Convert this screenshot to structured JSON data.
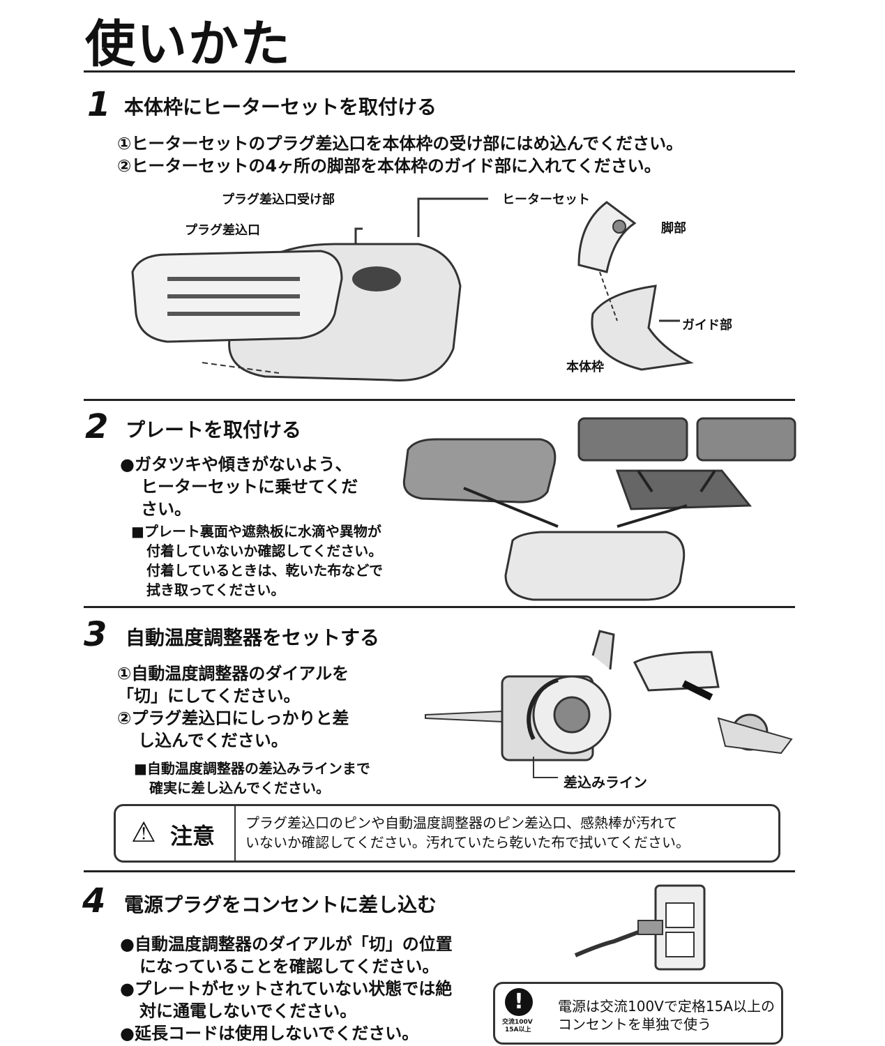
{
  "title": "使いかた",
  "step1": {
    "num": "1",
    "heading": "本体枠にヒーターセットを取付ける",
    "lines": [
      "①ヒーターセットのプラグ差込口を本体枠の受け部にはめ込んでください。",
      "②ヒーターセットの4ヶ所の脚部を本体枠のガイド部に入れてください。"
    ],
    "labels": {
      "receiver": "プラグ差込口受け部",
      "plug_inlet": "プラグ差込口",
      "heater_set": "ヒーターセット",
      "leg": "脚部",
      "guide": "ガイド部",
      "frame": "本体枠"
    }
  },
  "step2": {
    "num": "2",
    "heading": "プレートを取付ける",
    "bullet": [
      "●ガタツキや傾きがないよう、",
      "ヒーターセットに乗せてくだ",
      "さい。"
    ],
    "note": [
      "■プレート裏面や遮熱板に水滴や異物が",
      "付着していないか確認してください。",
      "付着しているときは、乾いた布などで",
      "拭き取ってください。"
    ]
  },
  "step3": {
    "num": "3",
    "heading": "自動温度調整器をセットする",
    "lines": [
      "①自動温度調整器のダイアルを",
      "「切」にしてください。",
      "②プラグ差込口にしっかりと差",
      "し込んでください。"
    ],
    "note": [
      "■自動温度調整器の差込みラインまで",
      "確実に差し込んでください。"
    ],
    "label_line": "差込みライン"
  },
  "caution": {
    "label": "注意",
    "text": [
      "プラグ差込口のピンや自動温度調整器のピン差込口、感熱棒が汚れて",
      "いないか確認してください。汚れていたら乾いた布で拭いてください。"
    ]
  },
  "step4": {
    "num": "4",
    "heading": "電源プラグをコンセントに差し込む",
    "bullets": [
      "●自動温度調整器のダイアルが「切」の位置",
      "になっていることを確認してください。",
      "●プレートがセットされていない状態では絶",
      "対に通電しないでください。",
      "●延長コードは使用しないでください。"
    ]
  },
  "power_notice": {
    "icon_caption": [
      "交流100V",
      "15A以上"
    ],
    "text": [
      "電源は交流100Vで定格15A以上の",
      "コンセントを単独で使う"
    ]
  }
}
